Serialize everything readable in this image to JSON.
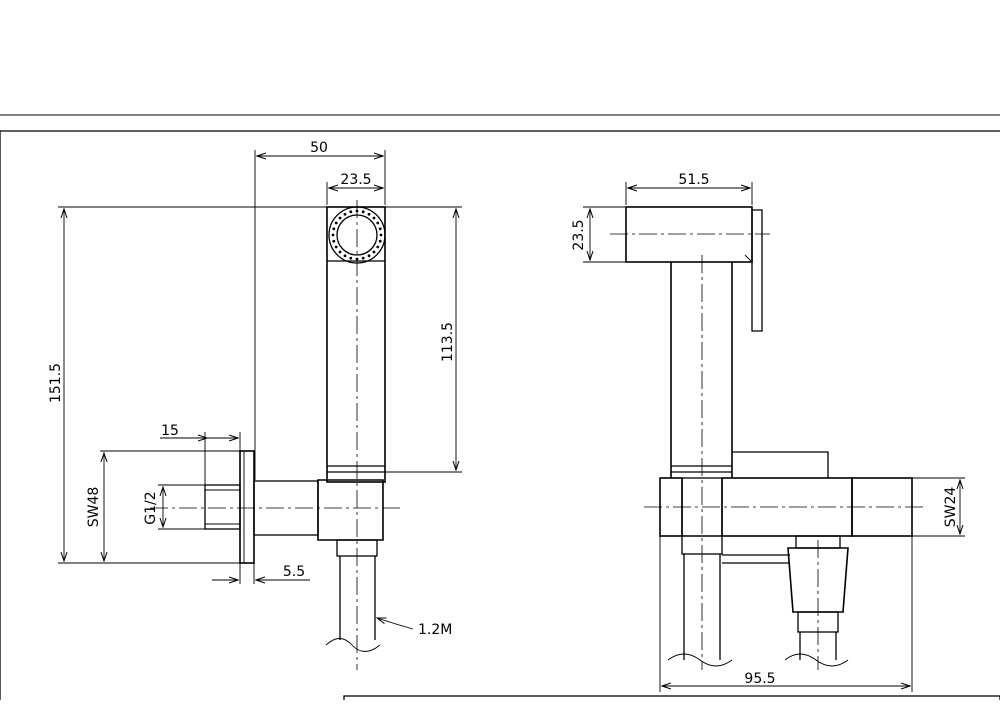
{
  "dimensions": {
    "front_overall_width": "50",
    "front_head_width": "23.5",
    "front_total_height": "151.5",
    "front_handle_length": "113.5",
    "front_thread_length": "15",
    "front_flange_hex": "SW48",
    "front_thread_size": "G1/2",
    "front_flange_thickness": "5.5",
    "hose_length": "1.2M",
    "side_head_length": "51.5",
    "side_head_height": "23.5",
    "side_hex": "SW24",
    "side_overall_depth": "95.5"
  }
}
